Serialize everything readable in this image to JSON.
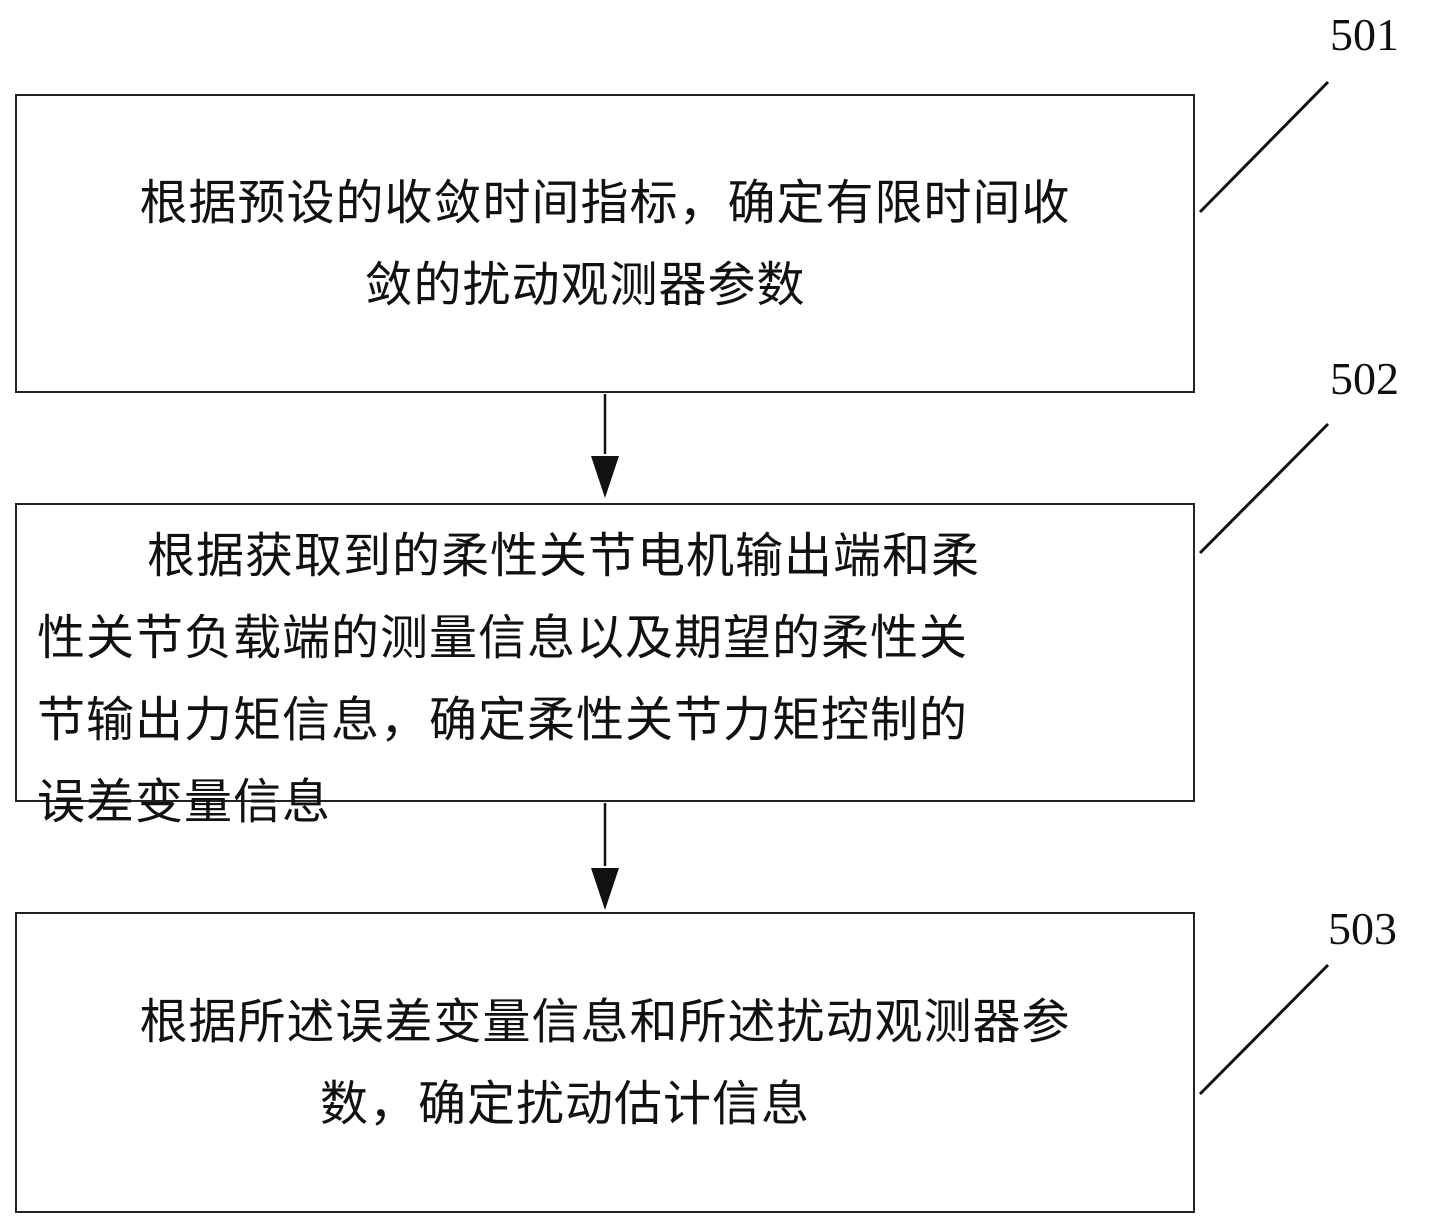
{
  "steps": [
    {
      "id": "501",
      "lines": [
        "根据预设的收敛时间指标，确定有限时间收",
        "敛的扰动观测器参数"
      ]
    },
    {
      "id": "502",
      "lines": [
        "根据获取到的柔性关节电机输出端和柔",
        "性关节负载端的测量信息以及期望的柔性关",
        "节输出力矩信息，确定柔性关节力矩控制的",
        "误差变量信息"
      ]
    },
    {
      "id": "503",
      "lines": [
        "根据所述误差变量信息和所述扰动观测器参",
        "数，确定扰动估计信息"
      ]
    }
  ]
}
